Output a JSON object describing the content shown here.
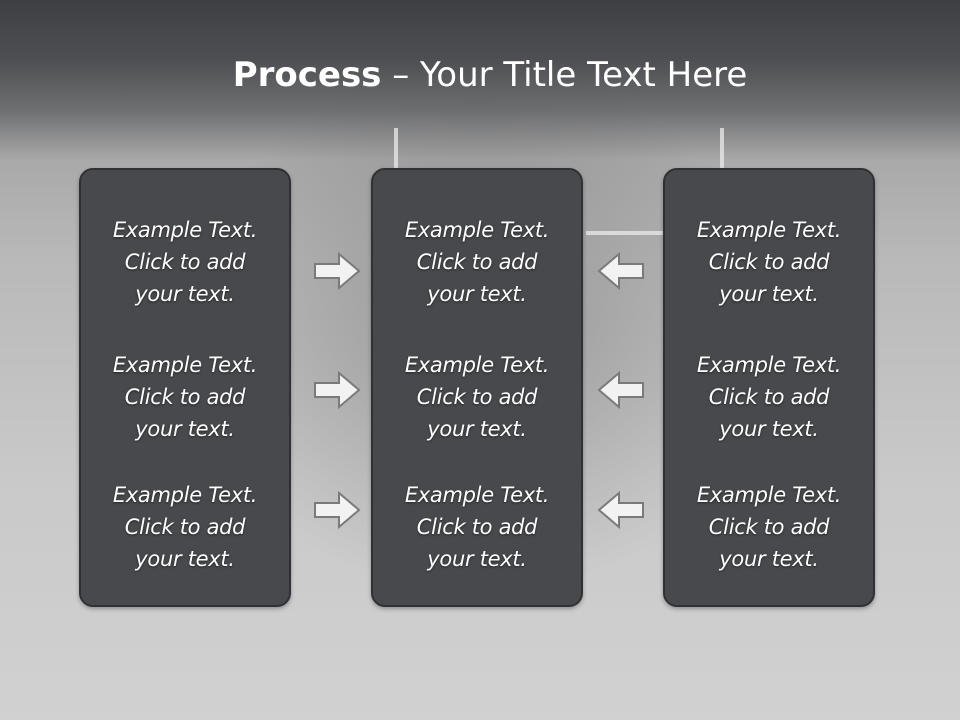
{
  "title": {
    "bold": "Process",
    "rest": " – Your Title Text Here"
  },
  "columns": [
    {
      "items": [
        {
          "line1": "Example Text.",
          "line2": "Click  to add",
          "line3": "your text."
        },
        {
          "line1": "Example Text.",
          "line2": "Click  to add",
          "line3": "your text."
        },
        {
          "line1": "Example Text.",
          "line2": "Click  to add",
          "line3": "your text."
        }
      ]
    },
    {
      "items": [
        {
          "line1": "Example Text.",
          "line2": "Click  to add",
          "line3": "your text."
        },
        {
          "line1": "Example Text.",
          "line2": "Click  to add",
          "line3": "your text."
        },
        {
          "line1": "Example Text.",
          "line2": "Click  to add",
          "line3": "your text."
        }
      ]
    },
    {
      "items": [
        {
          "line1": "Example Text.",
          "line2": "Click  to add",
          "line3": "your text."
        },
        {
          "line1": "Example Text.",
          "line2": "Click  to add",
          "line3": "your text."
        },
        {
          "line1": "Example Text.",
          "line2": "Click  to add",
          "line3": "your text."
        }
      ]
    }
  ],
  "arrows": {
    "left_group": "arrow-right-icon",
    "right_group": "arrow-left-icon"
  },
  "colors": {
    "panel": "#48494d",
    "panel_border": "#303134",
    "text": "#ffffff",
    "arrow_fill": "#f2f2f2",
    "arrow_stroke": "#7a7a7a"
  }
}
